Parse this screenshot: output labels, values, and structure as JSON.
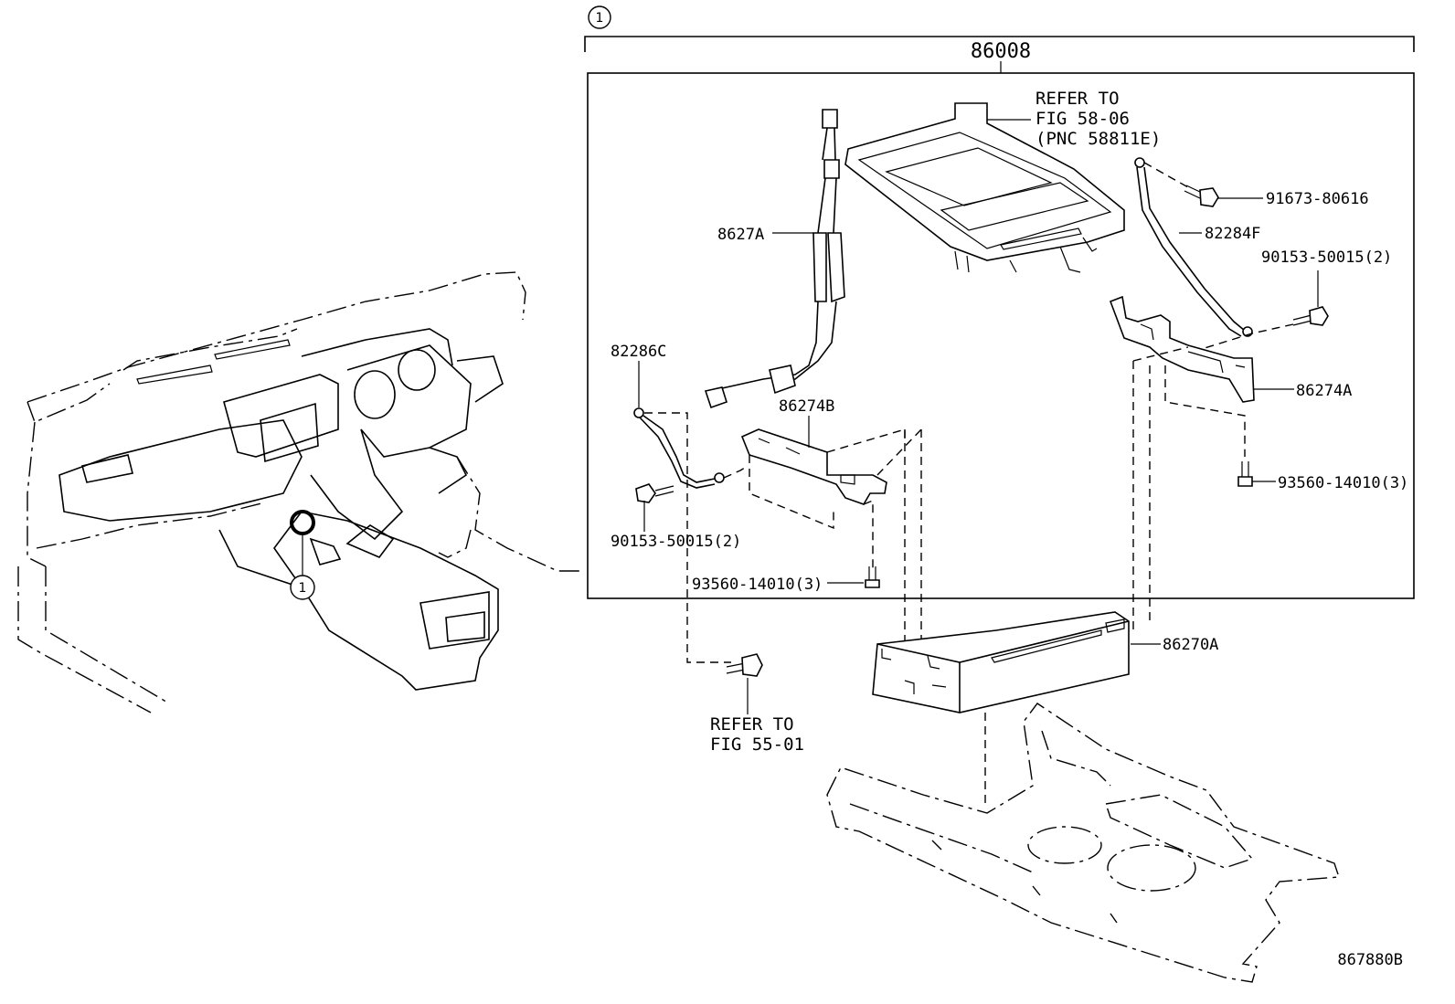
{
  "callout_number": "1",
  "assembly_part": "86008",
  "parts": {
    "p_8627A": "8627A",
    "p_86274B": "86274B",
    "p_82286C": "82286C",
    "p_90153_left": "90153-50015(2)",
    "p_93560_left": "93560-14010(3)",
    "p_91673": "91673-80616",
    "p_82284F": "82284F",
    "p_90153_right": "90153-50015(2)",
    "p_86274A": "86274A",
    "p_93560_right": "93560-14010(3)",
    "p_86270A": "86270A"
  },
  "refer_tray": {
    "line1": "REFER TO",
    "line2": "FIG 58-06",
    "line3": "(PNC 58811E)"
  },
  "refer_bolt": {
    "line1": "REFER TO",
    "line2": "FIG 55-01"
  },
  "diagram_code": "867880B"
}
